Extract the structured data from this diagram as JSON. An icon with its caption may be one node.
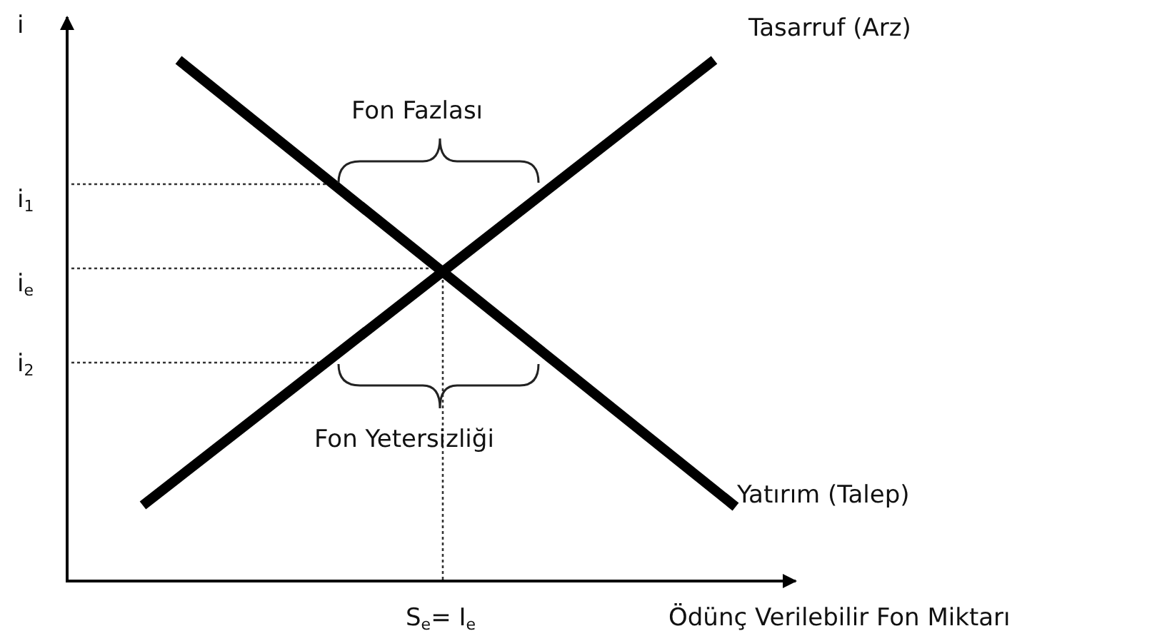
{
  "diagram": {
    "labels": [
      "i",
      "Tasarruf (Arz)",
      "Fon Fazlası",
      "i$_{1}$",
      "i$_{e}$",
      "i$_{2}$",
      "Fon Yetersizliği",
      "Yatırım (Talep)",
      "S$_{e}$= I$_{e}$",
      "Ödünç Verilebilir Fon Miktarı"
    ]
  }
}
